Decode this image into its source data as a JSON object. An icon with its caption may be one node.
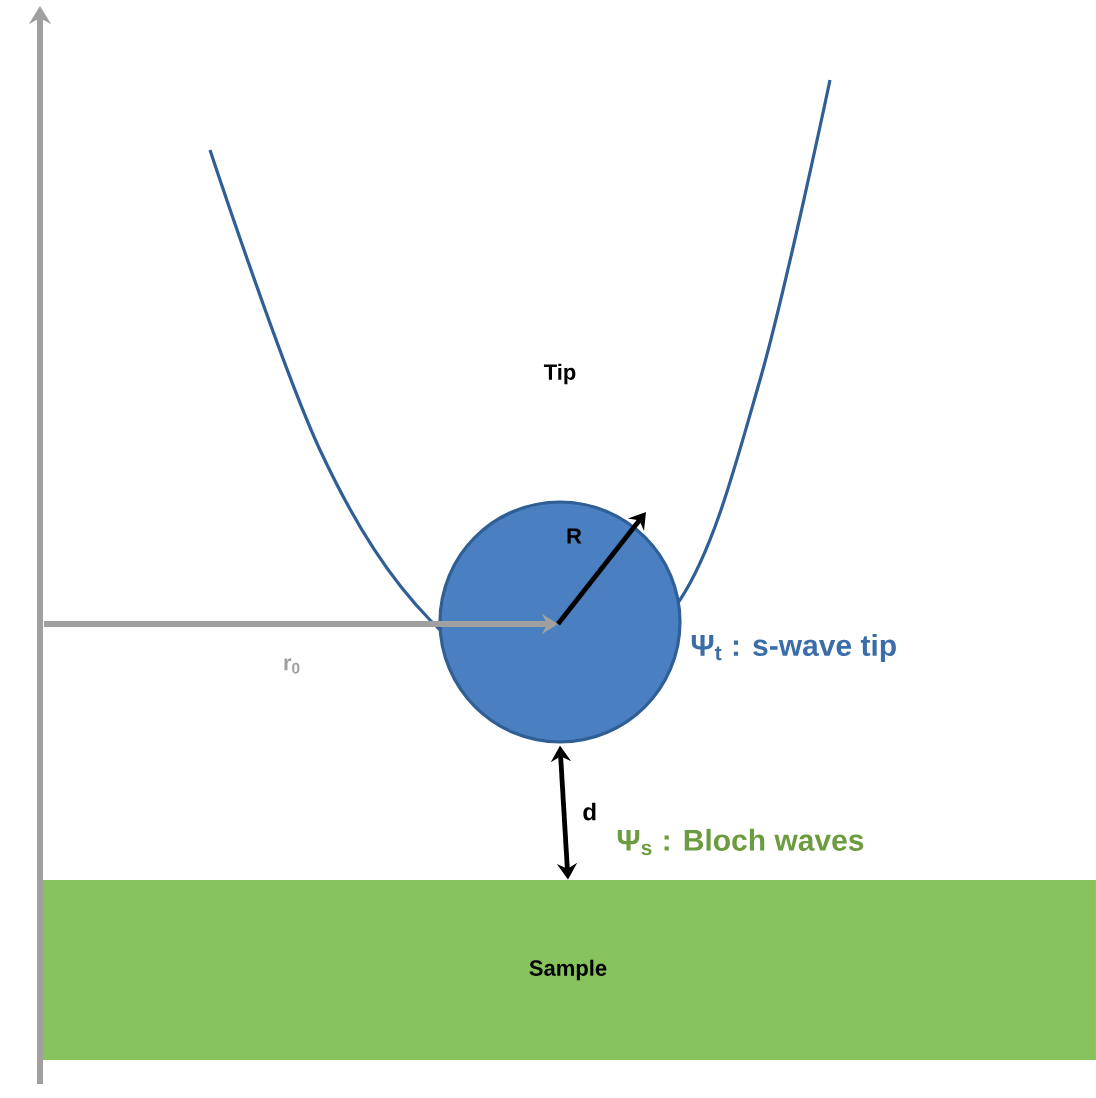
{
  "diagram": {
    "nodes": [
      {
        "text": [
          "Tip"
        ]
      },
      {
        "text": [],
        "shape": "circle"
      },
      {
        "text": [
          "Sample"
        ]
      }
    ],
    "edges": [
      {
        "from": 1,
        "to": 2,
        "arrow": "both",
        "label": "d"
      }
    ],
    "labels": [
      "R",
      "r$_{0}$",
      "Ψ$_{t}$ : s-wave tip",
      "Ψ$_{s}$ : Bloch waves"
    ]
  }
}
